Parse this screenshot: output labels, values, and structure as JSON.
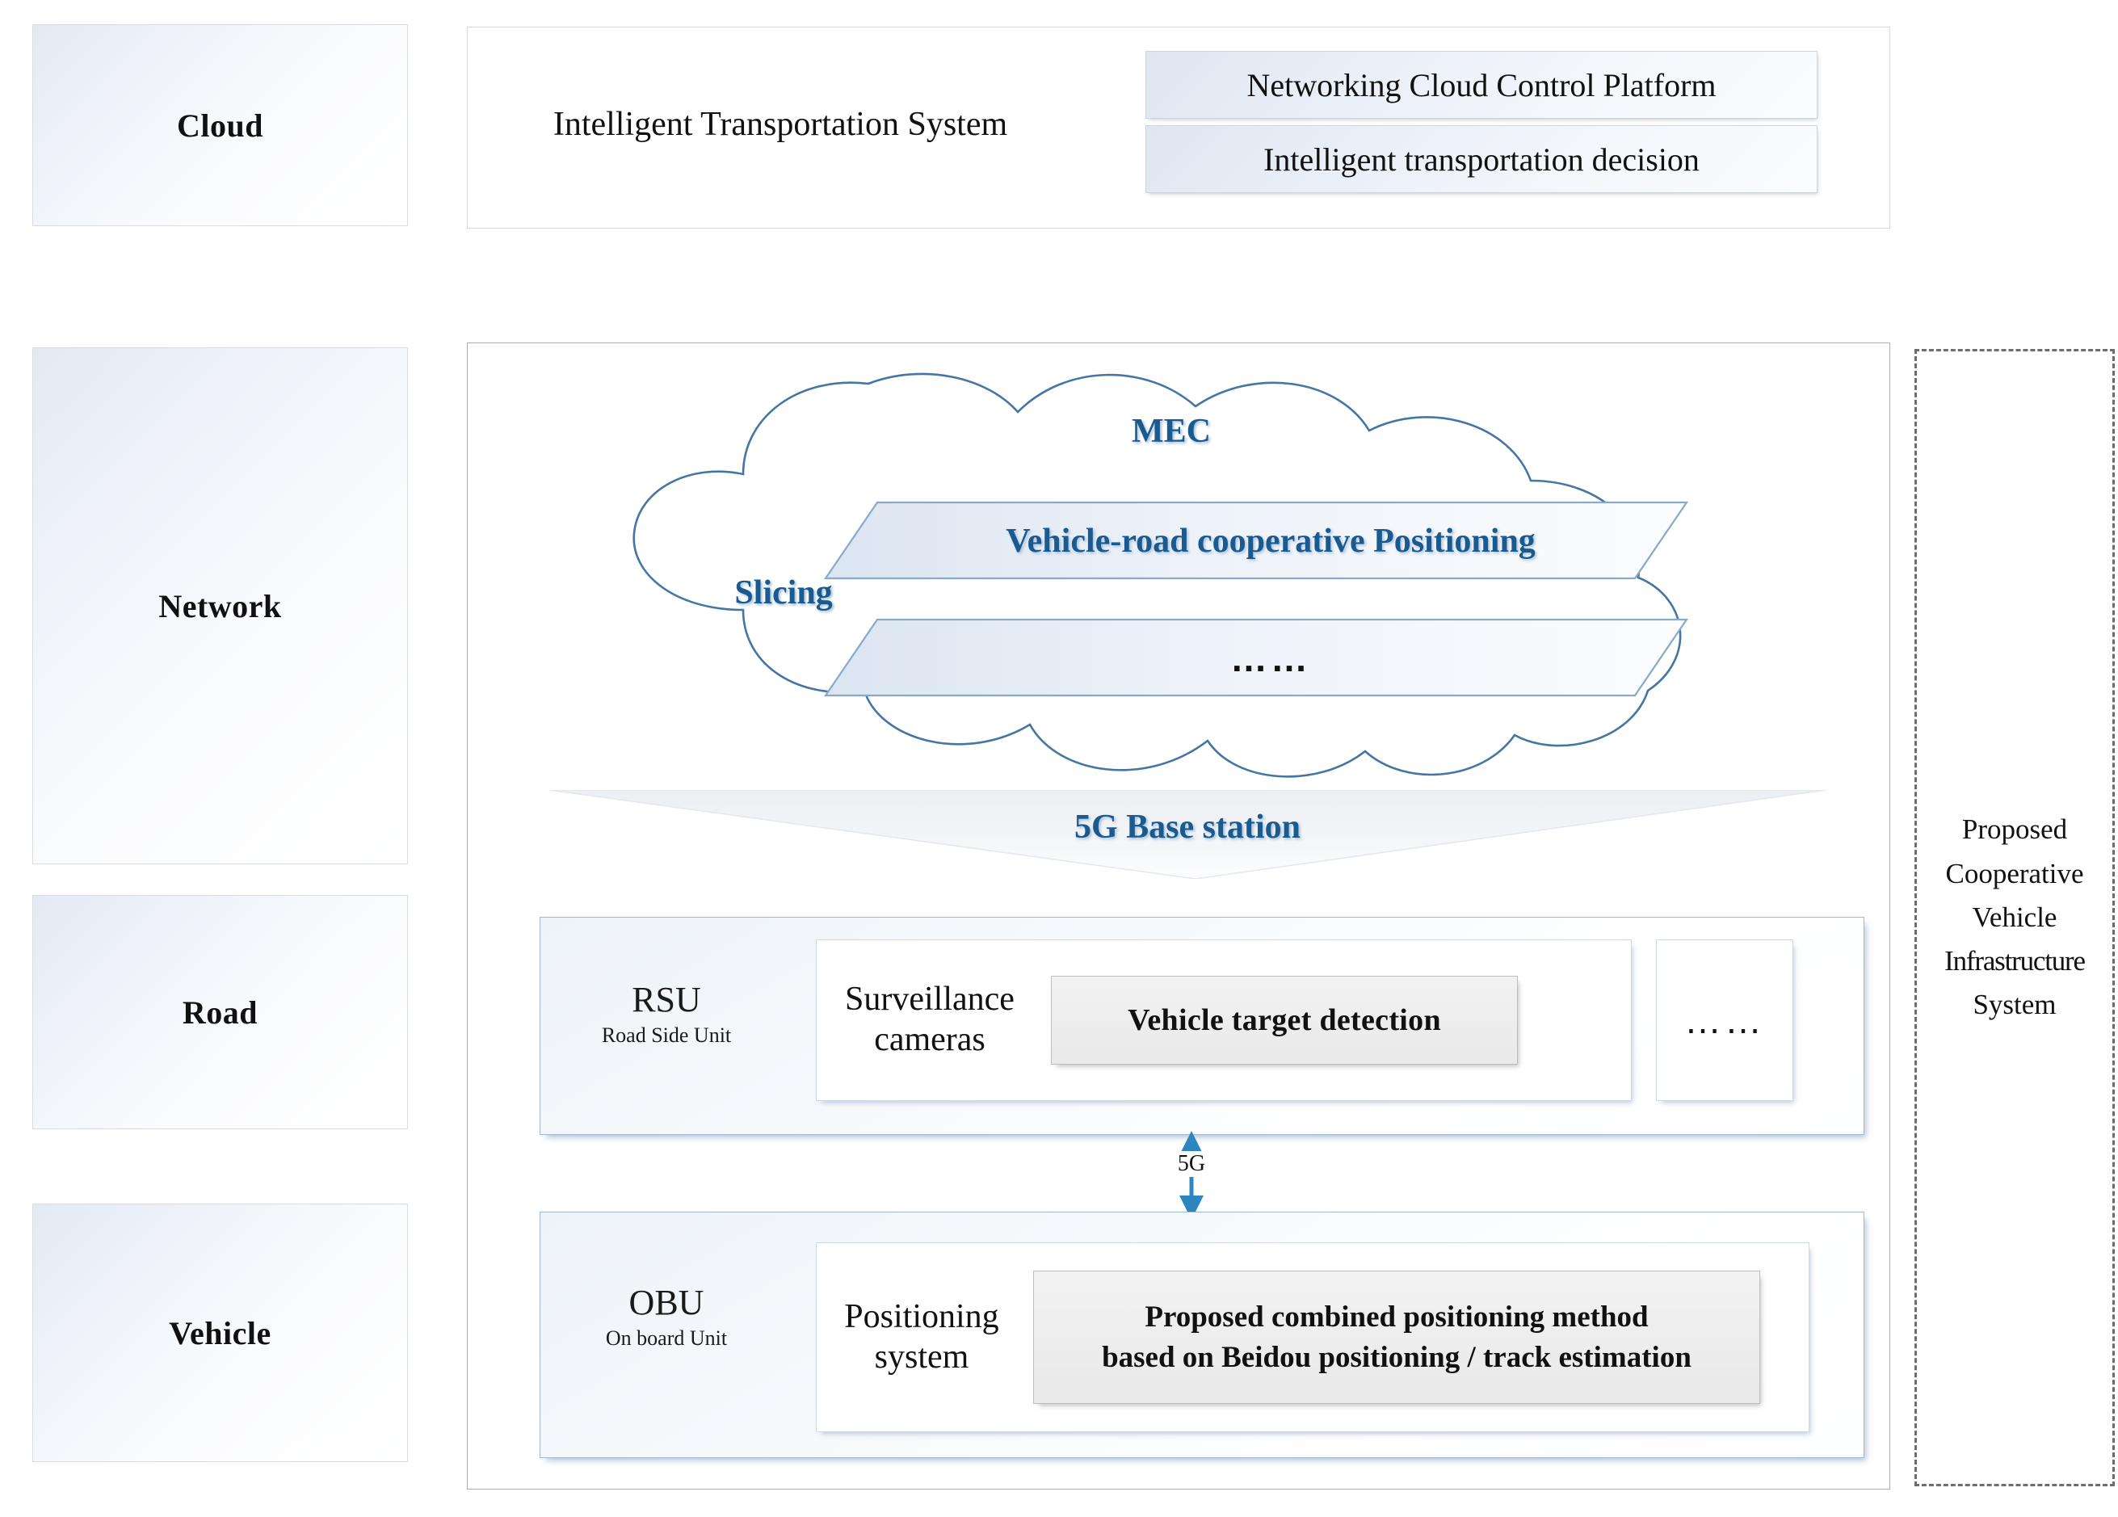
{
  "layers": [
    {
      "id": "cloud",
      "label": "Cloud"
    },
    {
      "id": "network",
      "label": "Network"
    },
    {
      "id": "road",
      "label": "Road"
    },
    {
      "id": "vehicle",
      "label": "Vehicle"
    }
  ],
  "cloud_layer": {
    "system_title": "Intelligent Transportation System",
    "modules": [
      "Networking Cloud Control Platform",
      "Intelligent transportation decision"
    ]
  },
  "network_layer": {
    "cloud_label": "MEC",
    "slicing_label": "Slicing",
    "slices": [
      "Vehicle-road cooperative Positioning",
      "……"
    ],
    "base_station": "5G Base station"
  },
  "road_layer": {
    "unit_abbr": "RSU",
    "unit_full": "Road Side Unit",
    "component": "Surveillance cameras",
    "method": "Vehicle target detection",
    "more": "……"
  },
  "vehicle_layer": {
    "unit_abbr": "OBU",
    "unit_full": "On board Unit",
    "component": "Positioning system",
    "method_line1": "Proposed combined positioning method",
    "method_line2": "based on Beidou positioning / track estimation"
  },
  "link": {
    "label": "5G"
  },
  "proposed_panel": {
    "lines": [
      "Proposed",
      "Cooperative",
      "Vehicle",
      "Infrastructure",
      "System"
    ]
  },
  "colors": {
    "accent_blue": "#1b5a8e",
    "arrow_blue": "#2e86c1",
    "card_border": "#9fb9d4",
    "panel_border": "#a9adb4",
    "dash_border": "#6d6d6d"
  }
}
